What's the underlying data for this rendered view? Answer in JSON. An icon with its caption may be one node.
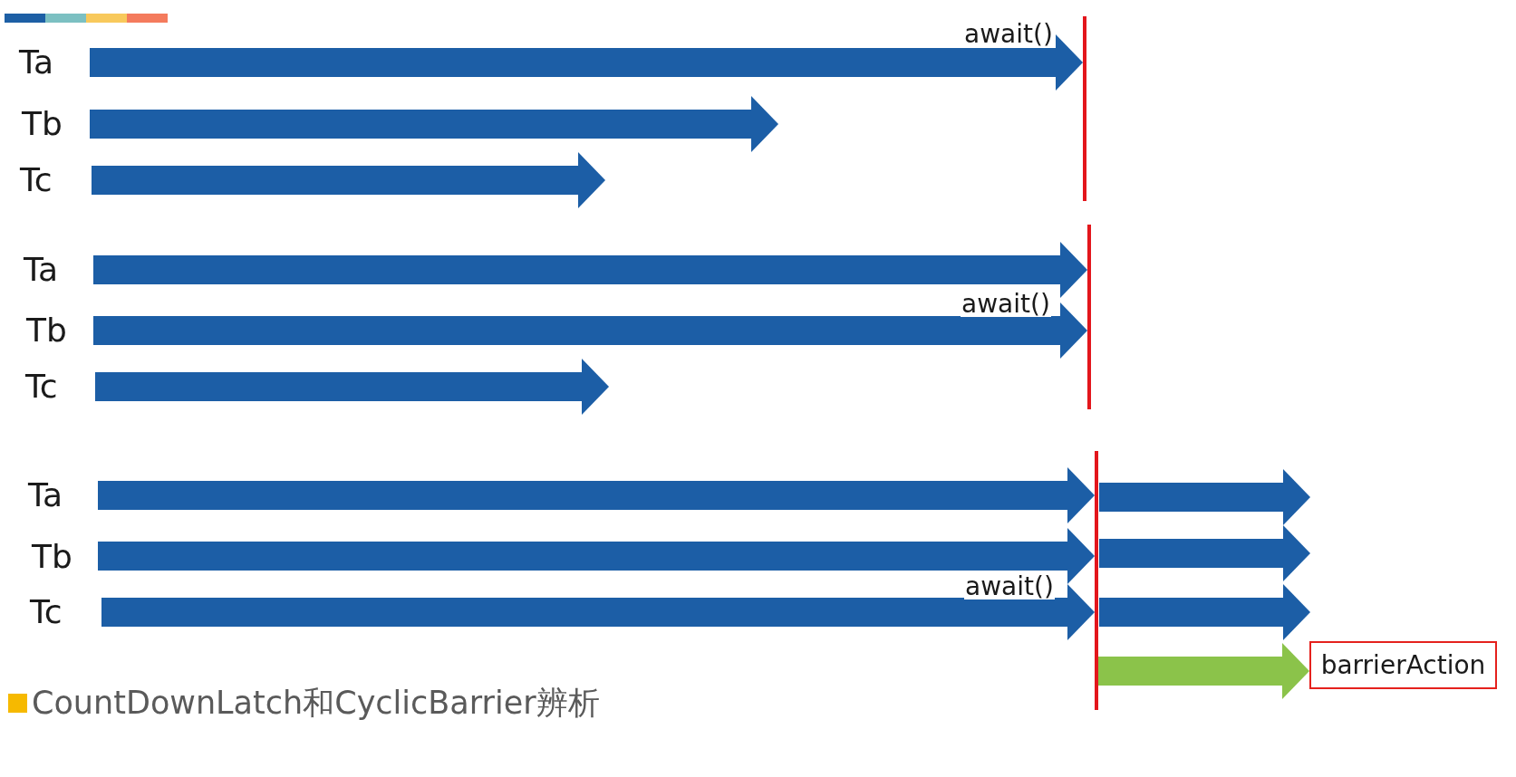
{
  "diagram": {
    "title": "CountDownLatch和CyclicBarrier辨析",
    "nodes": [
      {
        "text": [
          "Ta"
        ]
      },
      {
        "text": [
          "Tb"
        ]
      },
      {
        "text": [
          "Tc"
        ]
      },
      {
        "text": [],
        "shape": "line"
      },
      {
        "text": [
          "Ta"
        ]
      },
      {
        "text": [
          "Tb"
        ]
      },
      {
        "text": [
          "Tc"
        ]
      },
      {
        "text": [],
        "shape": "line"
      },
      {
        "text": [
          "Ta"
        ]
      },
      {
        "text": [
          "Tb"
        ]
      },
      {
        "text": [
          "Tc"
        ]
      },
      {
        "text": [],
        "shape": "line"
      },
      {
        "text": [
          "barrierAction"
        ]
      }
    ],
    "edges": [
      {
        "from": 0,
        "to": 3,
        "arrow": "to",
        "label": "await()"
      },
      {
        "from": 1,
        "to": null,
        "arrow": "to"
      },
      {
        "from": 2,
        "to": null,
        "arrow": "to"
      },
      {
        "from": 4,
        "to": 7,
        "arrow": "to"
      },
      {
        "from": 5,
        "to": 7,
        "arrow": "to",
        "label": "await()"
      },
      {
        "from": 6,
        "to": null,
        "arrow": "to"
      },
      {
        "from": 8,
        "to": 11,
        "arrow": "to"
      },
      {
        "from": 9,
        "to": 11,
        "arrow": "to"
      },
      {
        "from": 10,
        "to": 11,
        "arrow": "to",
        "label": "await()"
      },
      {
        "from": 11,
        "to": 12,
        "arrow": "to",
        "color": "#8bc34a"
      }
    ]
  }
}
